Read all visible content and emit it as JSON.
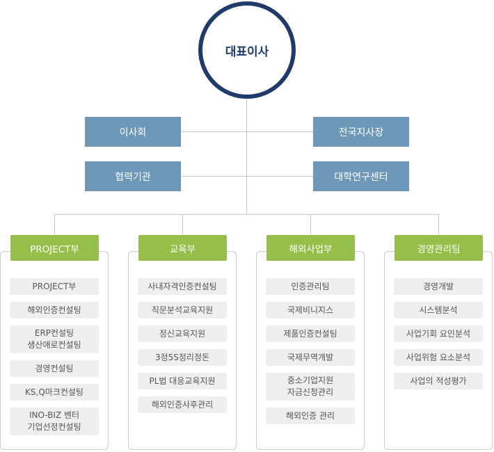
{
  "ceo": "대표이사",
  "advisory": {
    "left": [
      "이사회",
      "협력기관"
    ],
    "right": [
      "전국지사장",
      "대학연구센터"
    ]
  },
  "departments": [
    {
      "name": "PROJECT부",
      "items": [
        [
          "PROJECT부"
        ],
        [
          "해외인증컨설팅"
        ],
        [
          "ERP컨설팅",
          "생산애로컨설팅"
        ],
        [
          "경영컨설팅"
        ],
        [
          "KS,Q마크컨설팅"
        ],
        [
          "INO-BIZ 벤터",
          "기업선정컨설팅"
        ]
      ]
    },
    {
      "name": "교육부",
      "items": [
        [
          "사내자격인증컨설팅"
        ],
        [
          "직문분석교육지원"
        ],
        [
          "정신교육지원"
        ],
        [
          "3정5S정리정돈"
        ],
        [
          "PL법 대응교육지원"
        ],
        [
          "해외인증사후관리"
        ]
      ]
    },
    {
      "name": "해외사업부",
      "items": [
        [
          "인증관리팀"
        ],
        [
          "국제비니지스"
        ],
        [
          "제품인증컨설팅"
        ],
        [
          "국제무역개발"
        ],
        [
          "중소기업지원",
          "자금신청관리"
        ],
        [
          "해외인증 관리"
        ]
      ]
    },
    {
      "name": "경영관리팀",
      "items": [
        [
          "경영개발"
        ],
        [
          "시스템분석"
        ],
        [
          "사업기회 요인분석"
        ],
        [
          "사업위험 요소분석"
        ],
        [
          "사업의 적성평가"
        ]
      ]
    }
  ]
}
